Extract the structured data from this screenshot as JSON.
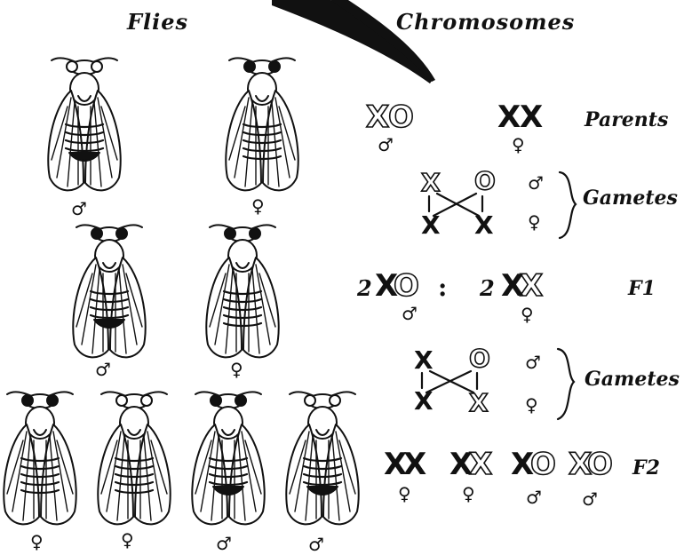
{
  "headings": {
    "flies": "Flies",
    "chromosomes": "Chromosomes"
  },
  "row_labels": {
    "parents": "Parents",
    "gametes_1": "Gametes",
    "f1": "F1",
    "gametes_2": "Gametes",
    "f2": "F2"
  },
  "symbols": {
    "male": "♂",
    "female": "♀"
  },
  "parents": {
    "male_genotype": {
      "x": "X",
      "o": "O"
    },
    "female_genotype": {
      "x1": "X",
      "x2": "X"
    }
  },
  "gametes_1": {
    "top_left": "X",
    "top_right": "O",
    "bottom_left": "X",
    "bottom_right": "X"
  },
  "f1": {
    "coef_male": "2",
    "male_x": "X",
    "male_o": "O",
    "colon": ":",
    "coef_female": "2",
    "female_x1": "X",
    "female_x2": "X"
  },
  "gametes_2": {
    "top_left": "X",
    "top_right": "O",
    "bottom_left": "X",
    "bottom_right": "X"
  },
  "f2": {
    "g1": {
      "a": "X",
      "b": "X"
    },
    "g2": {
      "a": "X",
      "b": "X"
    },
    "g3": {
      "a": "X",
      "b": "O"
    },
    "g4": {
      "a": "X",
      "b": "O"
    }
  },
  "colors": {
    "ink": "#111111",
    "paper": "#ffffff"
  },
  "flies": {
    "row1": [
      {
        "sex": "male",
        "eyes": "white"
      },
      {
        "sex": "female",
        "eyes": "red"
      }
    ],
    "row2": [
      {
        "sex": "male",
        "eyes": "red"
      },
      {
        "sex": "female",
        "eyes": "red"
      }
    ],
    "row3": [
      {
        "sex": "female",
        "eyes": "red"
      },
      {
        "sex": "female",
        "eyes": "white"
      },
      {
        "sex": "male",
        "eyes": "red"
      },
      {
        "sex": "male",
        "eyes": "white"
      }
    ]
  }
}
